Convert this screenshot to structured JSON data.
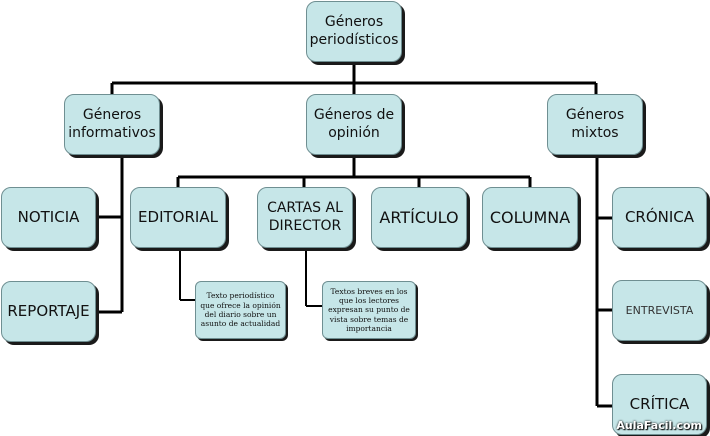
{
  "root": "Géneros\nperiodísticos",
  "categories": {
    "informativos": "Géneros\ninformativos",
    "opinion": "Géneros de\nopinión",
    "mixtos": "Géneros\nmixtos"
  },
  "informativos": {
    "noticia": "NOTICIA",
    "reportaje": "REPORTAJE"
  },
  "opinion": {
    "editorial": "EDITORIAL",
    "cartas": "CARTAS  AL\nDIRECTOR",
    "articulo": "ARTÍCULO",
    "columna": "COLUMNA"
  },
  "mixtos": {
    "cronica": "CRÓNICA",
    "entrevista": "ENTREVISTA",
    "critica": "CRÍTICA"
  },
  "notes": {
    "editorial": "Texto periodístico que ofrece la opinión del diario sobre un asunto de actualidad",
    "cartas": "Textos breves en los que los lectores expresan su punto de vista sobre temas de importancia"
  },
  "watermark": "AulaFacil.com",
  "colors": {
    "box": "#c6e6e8",
    "shadow": "#1a1a1a",
    "line": "#000000"
  }
}
